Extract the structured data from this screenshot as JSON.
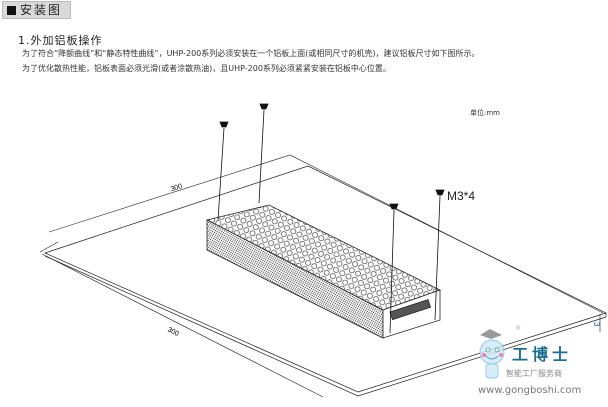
{
  "section_tab": "安装图",
  "heading": "1.外加铝板操作",
  "paragraphs": [
    "为了符合“降额曲线”和“静态特性曲线”，UHP-200系列必须安装在一个铝板上面(或相同尺寸的机壳)，建议铝板尺寸如下图所示。",
    "为了优化散热性能，铝板表面必须光滑(或者涂散热油)，且UHP-200系列必须紧紧安装在铝板中心位置。"
  ],
  "drawing": {
    "unit_label": "单位:mm",
    "screw_label": "M3*4",
    "dim_width": "300",
    "dim_length": "300",
    "dim_thickness": "3"
  },
  "watermark": {
    "brand": "工博士",
    "slogan": "智能工厂服务商",
    "url": "www.gongboshi.com",
    "registered": "®"
  }
}
